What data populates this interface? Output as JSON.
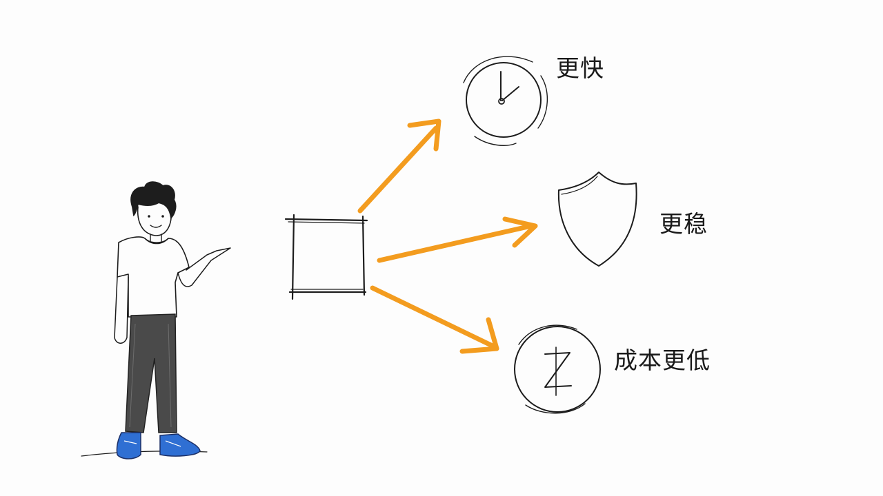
{
  "colors": {
    "arrow": "#f39c1f",
    "ink": "#1c1c1c",
    "shoes": "#2f6fd3",
    "pants": "#4a4a4a"
  },
  "icons": {
    "source": "square-icon",
    "faster": "clock-icon",
    "stable": "shield-icon",
    "cheaper": "coin-icon"
  },
  "labels": {
    "faster": "更快",
    "stable": "更稳",
    "cheaper": "成本更低"
  }
}
